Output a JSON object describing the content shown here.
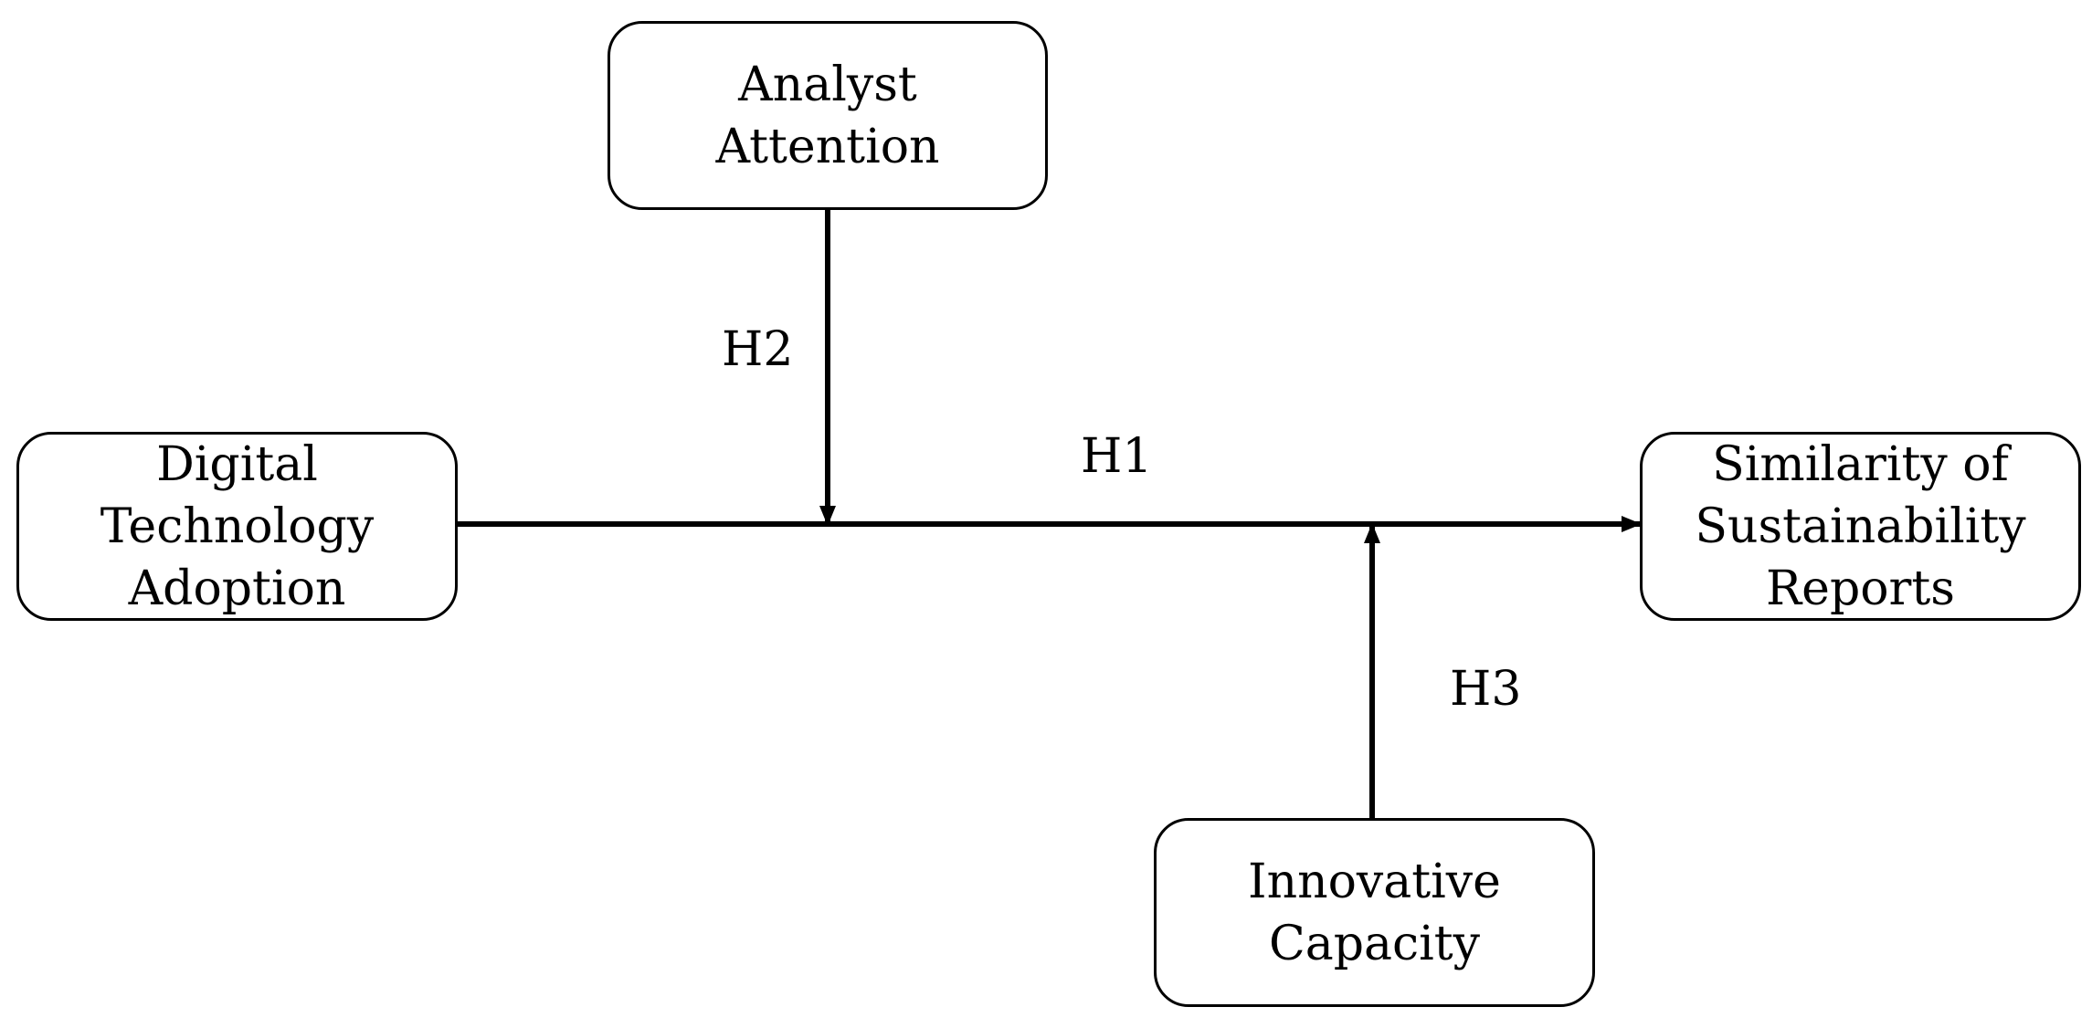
{
  "nodes": {
    "analyst_attention": {
      "lines": [
        "Analyst",
        "Attention"
      ]
    },
    "digital_technology_adoption": {
      "lines": [
        "Digital",
        "Technology",
        "Adoption"
      ]
    },
    "similarity_of_sustainability_reports": {
      "lines": [
        "Similarity of",
        "Sustainability",
        "Reports"
      ]
    },
    "innovative_capacity": {
      "lines": [
        "Innovative",
        "Capacity"
      ]
    }
  },
  "hypotheses": {
    "h1": "H1",
    "h2": "H2",
    "h3": "H3"
  },
  "colors": {
    "line": "#000000",
    "background": "#ffffff"
  }
}
